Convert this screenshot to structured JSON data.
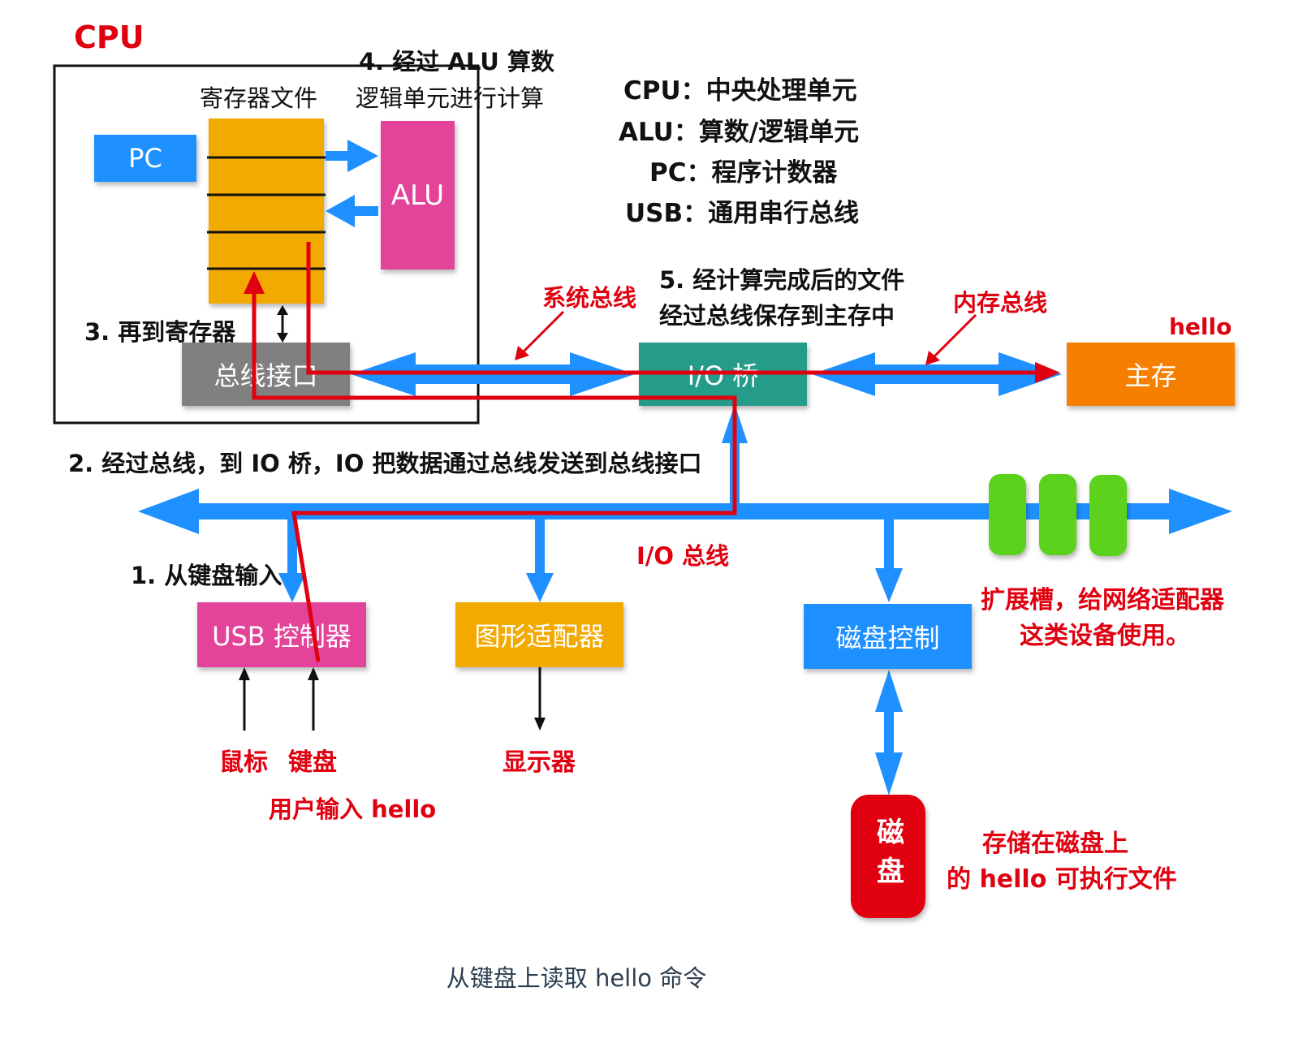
{
  "colors": {
    "bus_blue": "#1e90ff",
    "path_red": "#e00010",
    "pc_blue": "#1e90ff",
    "register_orange": "#f2a900",
    "alu_pink": "#e3449a",
    "bus_interface_gray": "#808080",
    "io_bridge_teal": "#259b8a",
    "main_memory_orange": "#f77f00",
    "usb_pink": "#e3449a",
    "graphics_orange": "#f2a900",
    "disk_controller_blue": "#1e90ff",
    "disk_red": "#e00010",
    "slot_green": "#5bd21c"
  },
  "cpu": {
    "title": "CPU",
    "register_file_label": "寄存器文件",
    "pc_label": "PC",
    "alu_label": "ALU",
    "bus_interface_label": "总线接口"
  },
  "steps": {
    "step1": "1. 从键盘输入",
    "step2": "2. 经过总线，到 IO 桥，IO 把数据通过总线发送到总线接口",
    "step3": "3. 再到寄存器",
    "step4_line1": "4. 经过 ALU 算数",
    "step4_line2": "逻辑单元进行计算",
    "step5_line1": "5. 经计算完成后的文件",
    "step5_line2": "经过总线保存到主存中"
  },
  "legend": [
    "CPU：中央处理单元",
    "ALU：算数/逻辑单元",
    "PC：程序计数器",
    "USB：通用串行总线"
  ],
  "buses": {
    "system_bus": "系统总线",
    "memory_bus": "内存总线",
    "io_bus": "I/O 总线"
  },
  "components": {
    "io_bridge": "I/O 桥",
    "main_memory": "主存",
    "main_memory_note": "hello",
    "usb_controller": "USB 控制器",
    "graphics_adapter": "图形适配器",
    "disk_controller": "磁盘控制",
    "disk": "磁盘",
    "mouse": "鼠标",
    "keyboard": "键盘",
    "display": "显示器",
    "user_input": "用户输入 hello",
    "expansion_slots_line1": "扩展槽，给网络适配器",
    "expansion_slots_line2": "这类设备使用。",
    "disk_note_line1": "存储在磁盘上",
    "disk_note_line2": "的 hello 可执行文件"
  },
  "caption": "从键盘上读取 hello 命令"
}
